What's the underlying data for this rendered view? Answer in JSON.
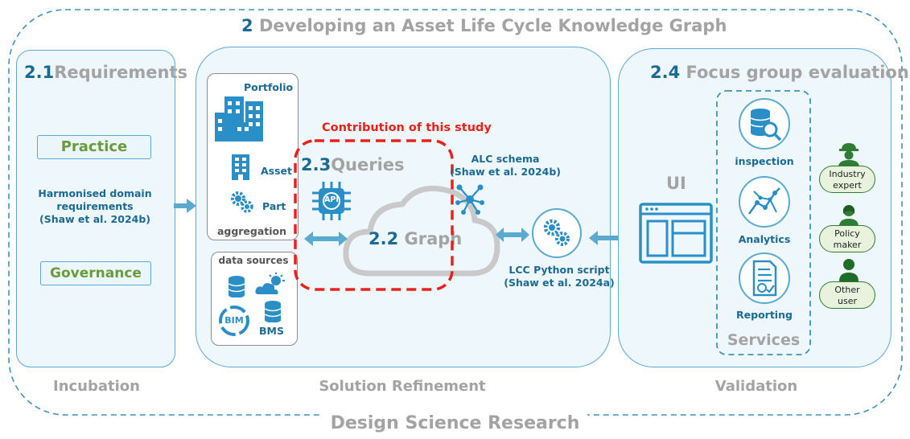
{
  "title_num": "2",
  "title_text": "Developing an Asset Life Cycle Knowledge Graph",
  "footer": "Design Science Research",
  "colors": {
    "dark_blue": "#1b6a93",
    "grey": "#a3a3a3",
    "green": "#6a9a3a",
    "red": "#e8211b",
    "accent": "#5aa9cf",
    "panel_bg": "#eef7fc"
  },
  "requirements": {
    "num": "2.1",
    "label": "Requirements",
    "practice": "Practice",
    "harmonised": [
      "Harmonised domain",
      "requirements",
      "(Shaw et al. 2024b)"
    ],
    "governance": "Governance",
    "phase": "Incubation"
  },
  "solution": {
    "portfolio": "Portfolio",
    "asset": "Asset",
    "part": "Part",
    "aggregation": "aggregation",
    "data_sources": "data sources",
    "bim": "BIM",
    "bms": "BMS",
    "contribution": "Contribution of this study",
    "queries_num": "2.3",
    "queries_label": "Queries",
    "api": "API",
    "graph_num": "2.2",
    "graph_label": "Graph",
    "alc": [
      "ALC schema",
      "(Shaw et al. 2024b)"
    ],
    "lcc": [
      "LCC Python script",
      "(Shaw et al. 2024a)"
    ],
    "phase": "Solution Refinement"
  },
  "validation": {
    "num": "2.4",
    "label": "Focus group evaluation",
    "ui": "UI",
    "inspection": "inspection",
    "analytics": "Analytics",
    "reporting": "Reporting",
    "services": "Services",
    "users": [
      [
        "Industry",
        "expert"
      ],
      [
        "Policy",
        "maker"
      ],
      [
        "Other",
        "user"
      ]
    ],
    "phase": "Validation"
  }
}
